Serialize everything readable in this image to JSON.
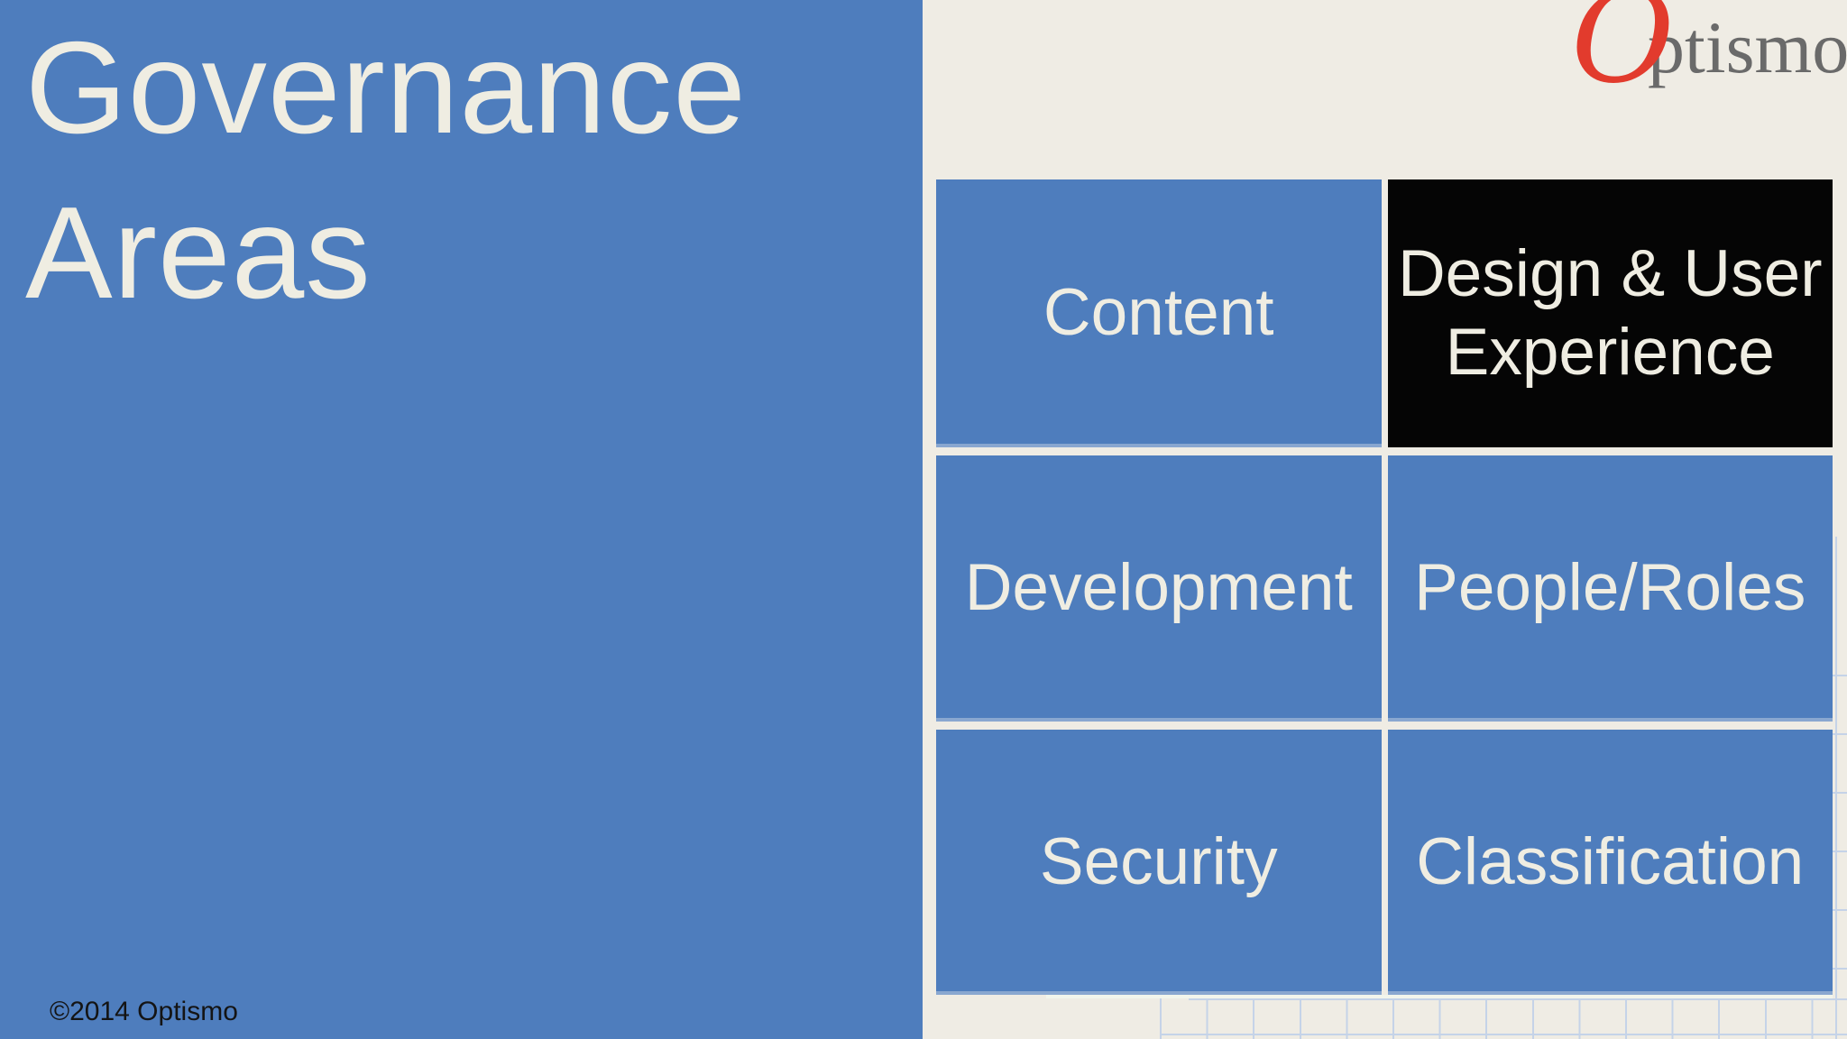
{
  "slide": {
    "title": "Governance Areas",
    "copyright": "©2014 Optismo",
    "logo": {
      "initial": "O",
      "rest": "ptismo",
      "initial_color": "#E23B2D",
      "rest_color": "#6A6A6A"
    },
    "grid": {
      "highlighted_cell": "Design & User Experience",
      "cells": [
        {
          "label": "Content",
          "variant": "blue"
        },
        {
          "label": "Design & User Experience",
          "variant": "black"
        },
        {
          "label": "Development",
          "variant": "blue"
        },
        {
          "label": "People/Roles",
          "variant": "blue"
        },
        {
          "label": "Security",
          "variant": "blue"
        },
        {
          "label": "Classification",
          "variant": "blue"
        }
      ]
    },
    "colors": {
      "panel_blue": "#4E7DBD",
      "background_cream": "#EFECE4",
      "text_cream": "#EFEDE2",
      "highlight_black": "#050505",
      "sheet_gridline": "#C5D3E8"
    }
  }
}
